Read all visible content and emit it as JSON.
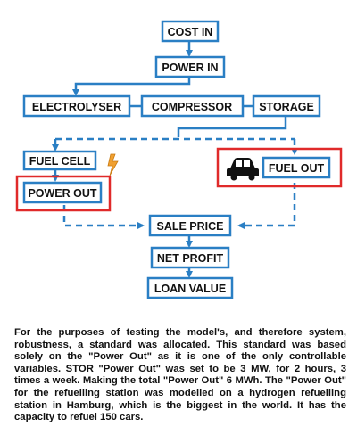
{
  "nodes": {
    "cost_in": "COST IN",
    "power_in": "POWER IN",
    "electrolyser": "ELECTROLYSER",
    "compressor": "COMPRESSOR",
    "storage": "STORAGE",
    "fuel_cell": "FUEL CELL",
    "power_out": "POWER OUT",
    "fuel_out": "FUEL OUT",
    "sale_price": "SALE PRICE",
    "net_profit": "NET PROFIT",
    "loan_value": "LOAN VALUE"
  },
  "icons": [
    "car-icon",
    "lightning-icon"
  ],
  "colors": {
    "flow": "#2a7fc4",
    "highlight": "#e02a2a",
    "lightning": "#f0a030"
  },
  "caption": "For the purposes of testing the model's, and therefore system, robustness, a standard was allocated. This standard was based solely on the \"Power Out\" as it is one of the only controllable variables. STOR \"Power Out\" was set to be 3 MW, for 2 hours, 3 times a week. Making the total \"Power Out\" 6 MWh. The \"Power Out\" for the refuelling station was modelled on a hydrogen refuelling station in Hamburg, which is the biggest in the world. It has the capacity to refuel 150 cars."
}
